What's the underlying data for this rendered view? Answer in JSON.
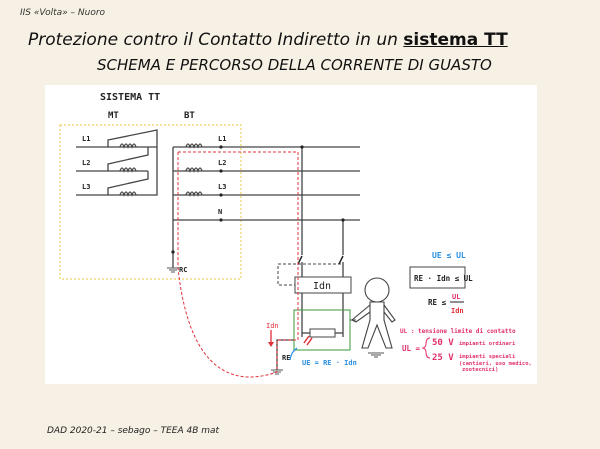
{
  "header": "IIS «Volta» – Nuoro",
  "title_prefix": "Protezione contro il Contatto Indiretto in un ",
  "title_emph": "sistema TT",
  "subtitle": "SCHEMA E PERCORSO DELLA CORRENTE DI GUASTO",
  "footer": "DAD 2020-21 – sebago – TEEA 4B mat",
  "diagram": {
    "system_label": "SISTEMA TT",
    "mt": "MT",
    "bt": "BT",
    "mt_lines": [
      "L1",
      "L2",
      "L3"
    ],
    "bt_lines": [
      "L1",
      "L2",
      "L3",
      "N"
    ],
    "rc": "RC",
    "re": "RE",
    "idn_box": "Idn",
    "idn_arrow": "Idn",
    "ue_formula": "UE = RE · Idn",
    "cond1": "UE ≤ UL",
    "cond2": "RE · Idn ≤ UL",
    "cond3_left": "RE ≤",
    "cond3_num": "UL",
    "cond3_den": "Idn",
    "ul_def": "UL : tensione limite di contatto",
    "ul_eq": "UL =",
    "v50": "50 V",
    "v50_desc": "impianti ordinari",
    "v25": "25 V",
    "v25_desc": "impianti speciali",
    "v25_desc2": "(cantieri, uso medico,",
    "v25_desc3": "zootecnici)"
  },
  "colors": {
    "red": "#e0303a",
    "blue": "#2a8fe0",
    "pink": "#e0306a",
    "green": "#3a9a3a",
    "yellow": "#e8c840"
  }
}
